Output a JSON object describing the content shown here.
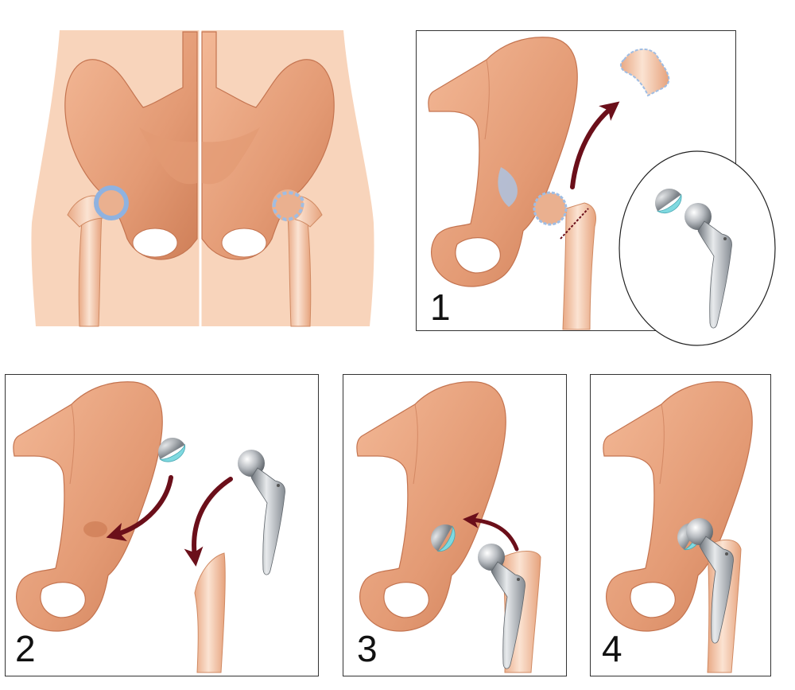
{
  "panels": [
    {
      "id": "overview",
      "label": ""
    },
    {
      "id": "step-1",
      "label": "1"
    },
    {
      "id": "step-2",
      "label": "2"
    },
    {
      "id": "step-3",
      "label": "3"
    },
    {
      "id": "step-4",
      "label": "4"
    }
  ],
  "colors": {
    "skin": "#f8d4bb",
    "bone": "#e8a07a",
    "bone_dark": "#c9774f",
    "cartilage": "#a9c6e8",
    "arrow": "#6b0f1a",
    "implant_metal": "#9aa0a6",
    "liner": "#7fd9e0"
  },
  "icons": [
    "pelvis-icon",
    "femur-icon",
    "acetabular-cup-icon",
    "femoral-stem-implant-icon",
    "curved-arrow-icon"
  ]
}
